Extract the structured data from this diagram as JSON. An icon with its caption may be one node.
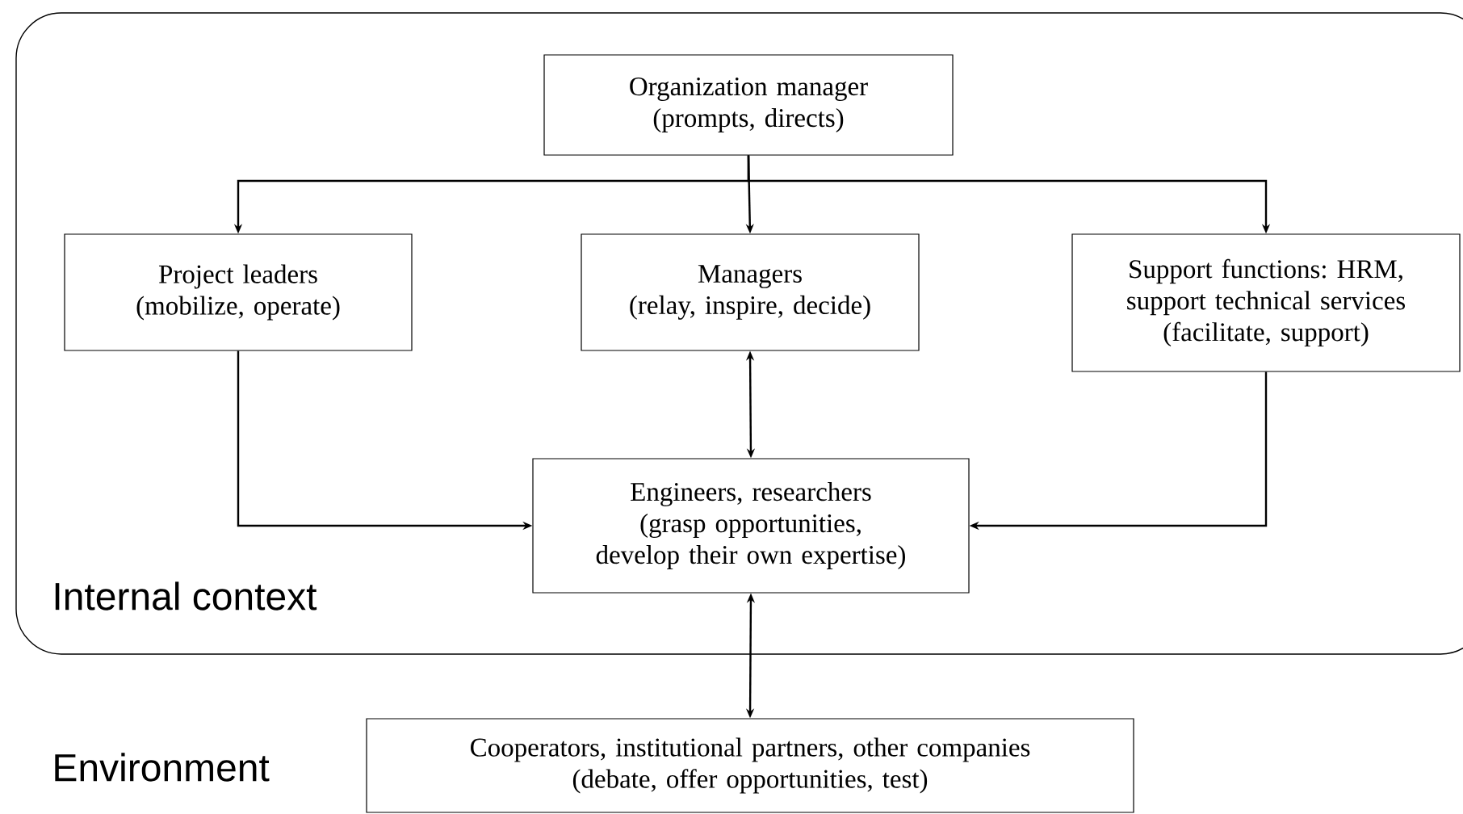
{
  "diagram": {
    "nodes": [
      {
        "text": [
          "Internal context"
        ]
      },
      {
        "text": [
          "Organization manager",
          "(prompts, directs)"
        ],
        "in": 0
      },
      {
        "text": [
          "Project leaders",
          "(mobilize, operate)"
        ],
        "in": 0
      },
      {
        "text": [
          "Managers",
          "(relay, inspire, decide)"
        ],
        "in": 0
      },
      {
        "text": [
          "Support functions: HRM, support technical services",
          "(facilitate, support)"
        ],
        "in": 0
      },
      {
        "text": [
          "Engineers, researchers",
          "(grasp opportunities, develop their own expertise)"
        ],
        "in": 0
      },
      {
        "text": [
          "Cooperators, institutional partners, other companies",
          "(debate, offer opportunities, test)"
        ]
      }
    ],
    "edges": [
      {
        "from": 1,
        "to": 2,
        "arrow": "to"
      },
      {
        "from": 1,
        "to": 3,
        "arrow": "to"
      },
      {
        "from": 1,
        "to": 4,
        "arrow": "to"
      },
      {
        "from": 2,
        "to": 5,
        "arrow": "to"
      },
      {
        "from": 4,
        "to": 5,
        "arrow": "to"
      },
      {
        "from": 3,
        "to": 5,
        "arrow": "both"
      },
      {
        "from": 5,
        "to": 6,
        "arrow": "both"
      }
    ],
    "labels": [
      "Environment"
    ]
  }
}
